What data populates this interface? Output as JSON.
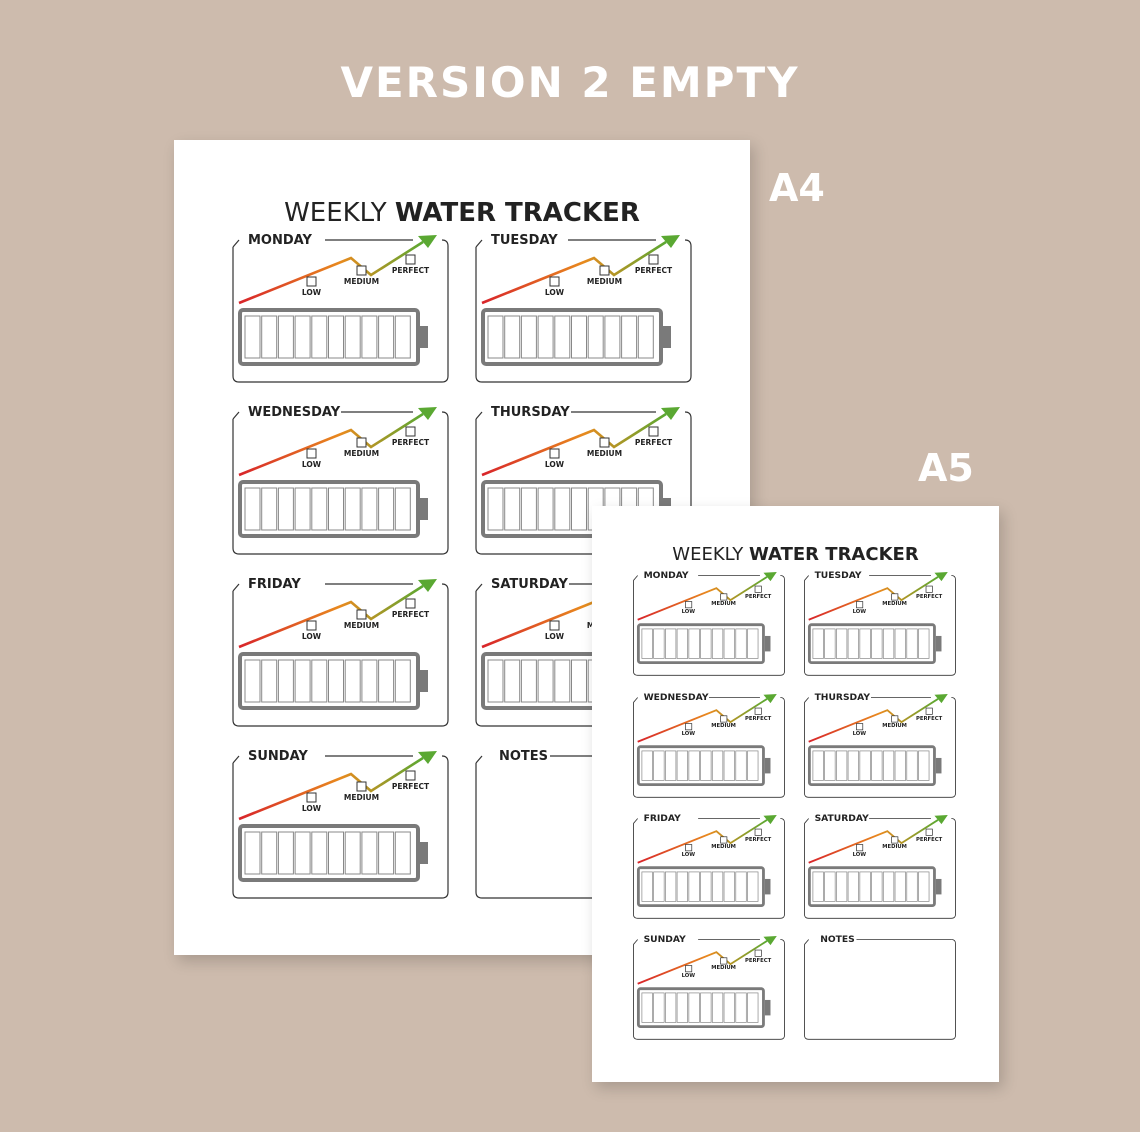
{
  "banner": "VERSION 2 EMPTY",
  "sizes": {
    "a4": "A4",
    "a5": "A5"
  },
  "tracker": {
    "title_light": "WEEKLY",
    "title_bold": "WATER TRACKER",
    "days": [
      "MONDAY",
      "TUESDAY",
      "WEDNESDAY",
      "THURSDAY",
      "FRIDAY",
      "SATURDAY",
      "SUNDAY"
    ],
    "notes": "NOTES",
    "levels": {
      "low": "LOW",
      "medium": "MEDIUM",
      "perfect": "PERFECT"
    }
  },
  "colors": {
    "background": "#cdbbad",
    "red": "#d8242a",
    "orange": "#e88a1e",
    "green": "#5aa832",
    "battery": "#7a7a7a"
  }
}
